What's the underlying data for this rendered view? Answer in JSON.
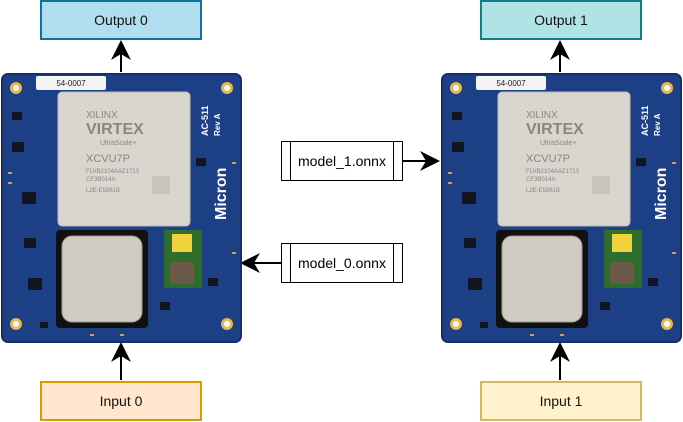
{
  "outputs": [
    {
      "label": "Output 0",
      "fill": "#b1ddf0",
      "stroke": "#10739e"
    },
    {
      "label": "Output 1",
      "fill": "#b0e3e6",
      "stroke": "#0e8088"
    }
  ],
  "inputs": [
    {
      "label": "Input 0",
      "fill": "#ffe6cc",
      "stroke": "#d79b00"
    },
    {
      "label": "Input 1",
      "fill": "#fff2cc",
      "stroke": "#d6b656"
    }
  ],
  "models": [
    {
      "label": "model_1.onnx"
    },
    {
      "label": "model_0.onnx"
    }
  ],
  "boards": [
    {
      "part_number": "54-0007",
      "chip_brand": "XILINX",
      "chip_family": "VIRTEX",
      "chip_series": "UltraScale+",
      "chip_model": "XCVU7P",
      "chip_lines": [
        "FLVB2104AAZ1713",
        "CF3B014A",
        "L2E-E5861B"
      ],
      "side_brand": "Micron",
      "side_model": "AC-511",
      "side_rev": "Rev A"
    },
    {
      "part_number": "54-0007",
      "chip_brand": "XILINX",
      "chip_family": "VIRTEX",
      "chip_series": "UltraScale+",
      "chip_model": "XCVU7P",
      "chip_lines": [
        "FLVB2104AAZ1713",
        "CF3B014A",
        "L2E-E5861B"
      ],
      "side_brand": "Micron",
      "side_model": "AC-511",
      "side_rev": "Rev A"
    }
  ],
  "colors": {
    "pcb": "#1d3f86",
    "pcb_dark": "#14306b",
    "chip": "#d9d6d0",
    "arrow": "#000000"
  }
}
